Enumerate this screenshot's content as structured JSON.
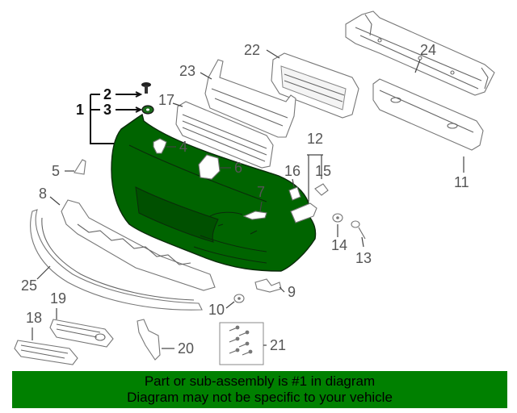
{
  "callouts": {
    "c1": "1",
    "c2": "2",
    "c3": "3",
    "c4": "4",
    "c5": "5",
    "c6": "6",
    "c7": "7",
    "c8": "8",
    "c9": "9",
    "c10": "10",
    "c11": "11",
    "c12": "12",
    "c13": "13",
    "c14": "14",
    "c15": "15",
    "c16": "16",
    "c17": "17",
    "c18": "18",
    "c19": "19",
    "c20": "20",
    "c21": "21",
    "c22": "22",
    "c23": "23",
    "c24": "24",
    "c25": "25"
  },
  "colors": {
    "highlight_part": "#006400",
    "banner_background": "#008000",
    "line_art": "#777777"
  },
  "banner": {
    "line1": "Part or sub-assembly is #1 in diagram",
    "line2": "Diagram may not be specific to your vehicle"
  }
}
